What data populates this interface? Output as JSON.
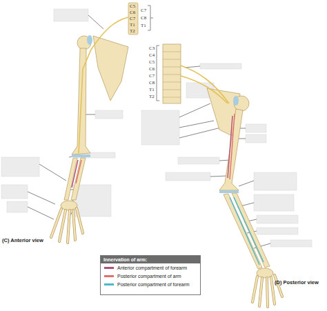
{
  "diagram": {
    "labels": [
      "C5",
      "C6",
      "C7",
      "T1",
      "T2",
      "C7",
      "C8",
      "T1",
      "C3",
      "C4",
      "C5",
      "C6",
      "C7",
      "C8",
      "T1",
      "T2",
      "(C) Anterior view",
      "Innervation of arm:",
      "(D) Posterior view"
    ],
    "legend": [
      {
        "text": "Anterior compartment of forearm",
        "color": "#b0507a"
      },
      {
        "text": "Posterior compartment of arm",
        "color": "#e0706a"
      },
      {
        "text": "Posterior compartment of forearm",
        "color": "#4db8c8"
      }
    ]
  }
}
